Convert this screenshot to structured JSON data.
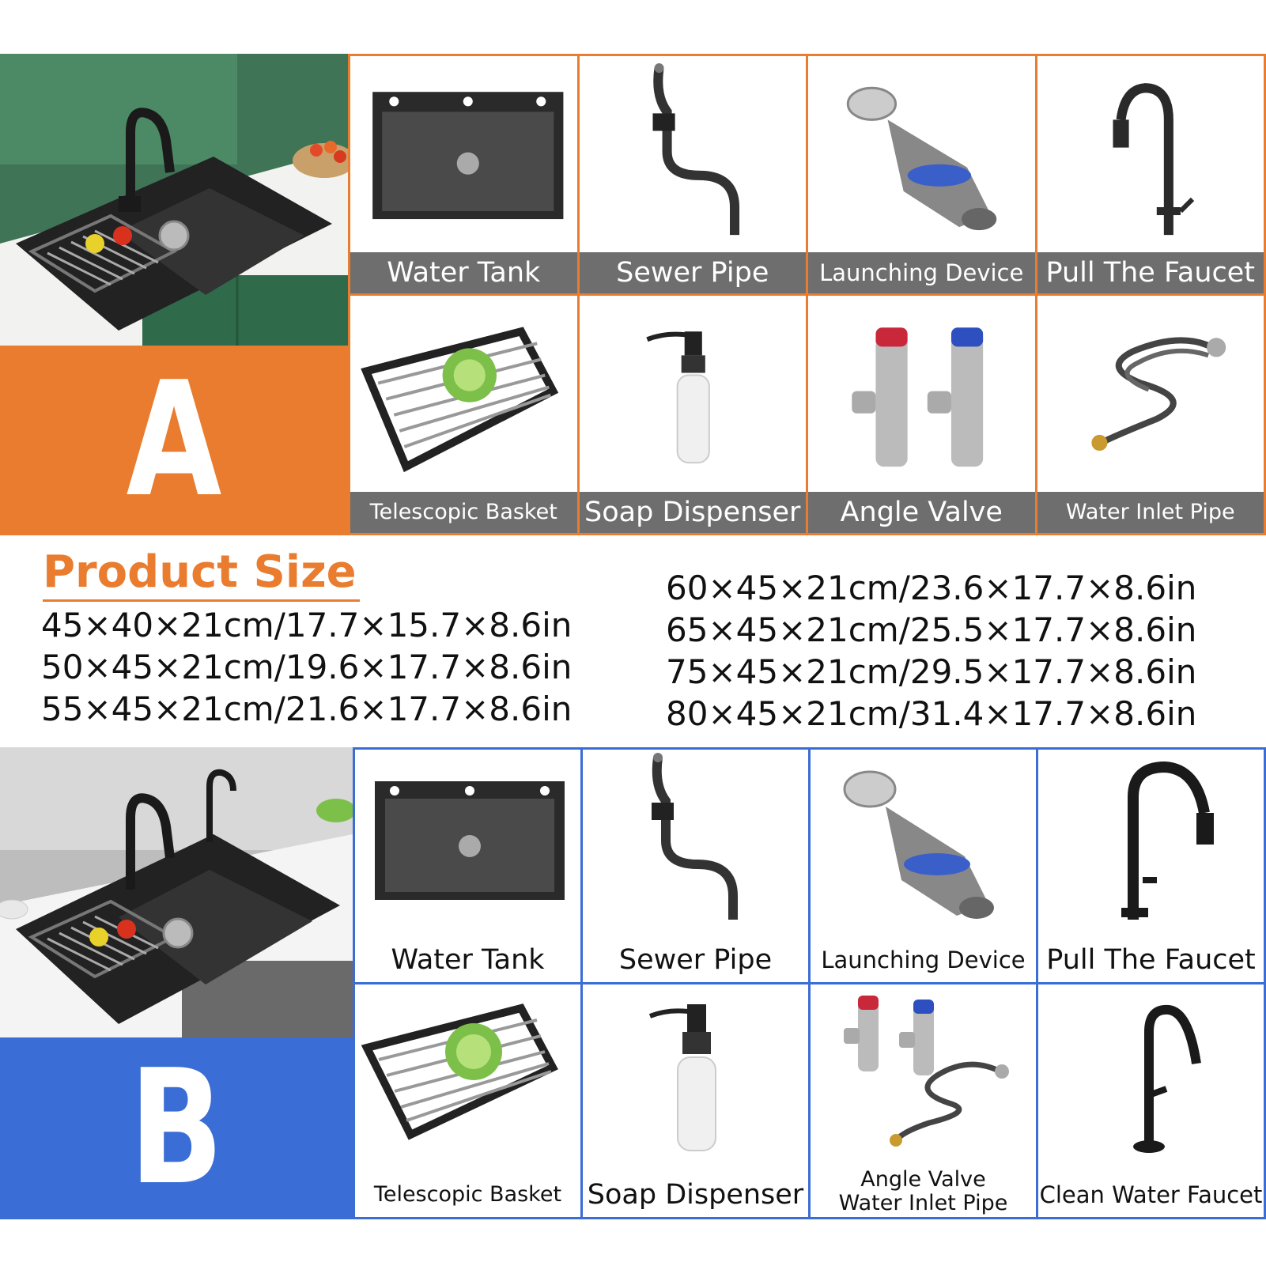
{
  "section_a": {
    "badge": "A",
    "colors": {
      "accent": "#e97c2e",
      "caption_bg": "#6e6e6e"
    },
    "items": [
      {
        "label": "Water Tank",
        "icon": "sink-tank-icon"
      },
      {
        "label": "Sewer Pipe",
        "icon": "sewer-pipe-icon"
      },
      {
        "label": "Launching Device",
        "icon": "drain-launcher-icon"
      },
      {
        "label": "Pull The Faucet",
        "icon": "pull-faucet-icon"
      },
      {
        "label": "Telescopic Basket",
        "icon": "telescopic-basket-icon"
      },
      {
        "label": "Soap Dispenser",
        "icon": "soap-dispenser-icon"
      },
      {
        "label": "Angle Valve",
        "icon": "angle-valve-icon"
      },
      {
        "label": "Water Inlet Pipe",
        "icon": "inlet-hose-icon"
      }
    ]
  },
  "product_size": {
    "title": "Product Size",
    "left": [
      "45×40×21cm/17.7×15.7×8.6in",
      "50×45×21cm/19.6×17.7×8.6in",
      "55×45×21cm/21.6×17.7×8.6in"
    ],
    "right": [
      "60×45×21cm/23.6×17.7×8.6in",
      "65×45×21cm/25.5×17.7×8.6in",
      "75×45×21cm/29.5×17.7×8.6in",
      "80×45×21cm/31.4×17.7×8.6in"
    ]
  },
  "section_b": {
    "badge": "B",
    "colors": {
      "accent": "#3a6dd6"
    },
    "items": [
      {
        "label": "Water Tank",
        "icon": "sink-tank-icon"
      },
      {
        "label": "Sewer Pipe",
        "icon": "sewer-pipe-icon"
      },
      {
        "label": "Launching Device",
        "icon": "drain-launcher-icon"
      },
      {
        "label": "Pull The Faucet",
        "icon": "pull-faucet-icon"
      },
      {
        "label": "Telescopic Basket",
        "icon": "telescopic-basket-icon"
      },
      {
        "label": "Soap Dispenser",
        "icon": "soap-dispenser-icon"
      },
      {
        "label": "Angle Valve",
        "label2": "Water Inlet Pipe",
        "icon": "angle-valve-icon"
      },
      {
        "label": "Clean Water Faucet",
        "icon": "clean-water-faucet-icon"
      }
    ]
  }
}
